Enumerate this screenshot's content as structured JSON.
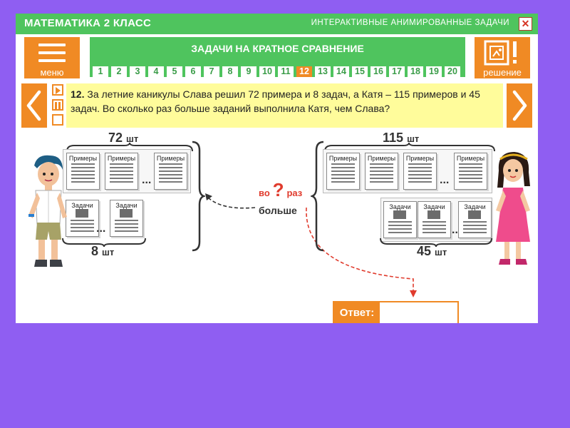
{
  "app": {
    "title": "МАТЕМАТИКА 2 КЛАСС",
    "subtitle": "ИНТЕРАКТИВНЫЕ АНИМИРОВАННЫЕ ЗАДАЧИ",
    "close_label": "✕"
  },
  "nav": {
    "menu_label": "меню",
    "solution_label": "решение",
    "panel_title": "ЗАДАЧИ НА КРАТНОЕ СРАВНЕНИЕ",
    "task_numbers": [
      "1",
      "2",
      "3",
      "4",
      "5",
      "6",
      "7",
      "8",
      "9",
      "10",
      "11",
      "12",
      "13",
      "14",
      "15",
      "16",
      "17",
      "18",
      "19",
      "20"
    ],
    "active_task": "12"
  },
  "task": {
    "number": "12.",
    "text": "За летние каникулы Слава решил 72 примера и 8 задач, а Катя – 115 примеров и 45 задач. Во сколько раз больше заданий выполнила Катя, чем Слава?"
  },
  "left_group": {
    "examples_count": "72",
    "tasks_count": "8",
    "unit": "шт",
    "example_label": "Примеры",
    "task_label": "Задачи",
    "ellipsis": "..."
  },
  "right_group": {
    "examples_count": "115",
    "tasks_count": "45",
    "unit": "шт",
    "example_label": "Примеры",
    "task_label": "Задачи",
    "ellipsis": "..."
  },
  "question": {
    "vo": "во",
    "mark": "?",
    "raz": "раз",
    "bolshe": "больше"
  },
  "answer": {
    "label": "Ответ:",
    "value": ""
  },
  "colors": {
    "accent_orange": "#f08a24",
    "brand_green": "#4fc45e",
    "task_bg": "#fffc9b",
    "question_red": "#e03b2d",
    "page_bg": "#8f5ef2"
  }
}
